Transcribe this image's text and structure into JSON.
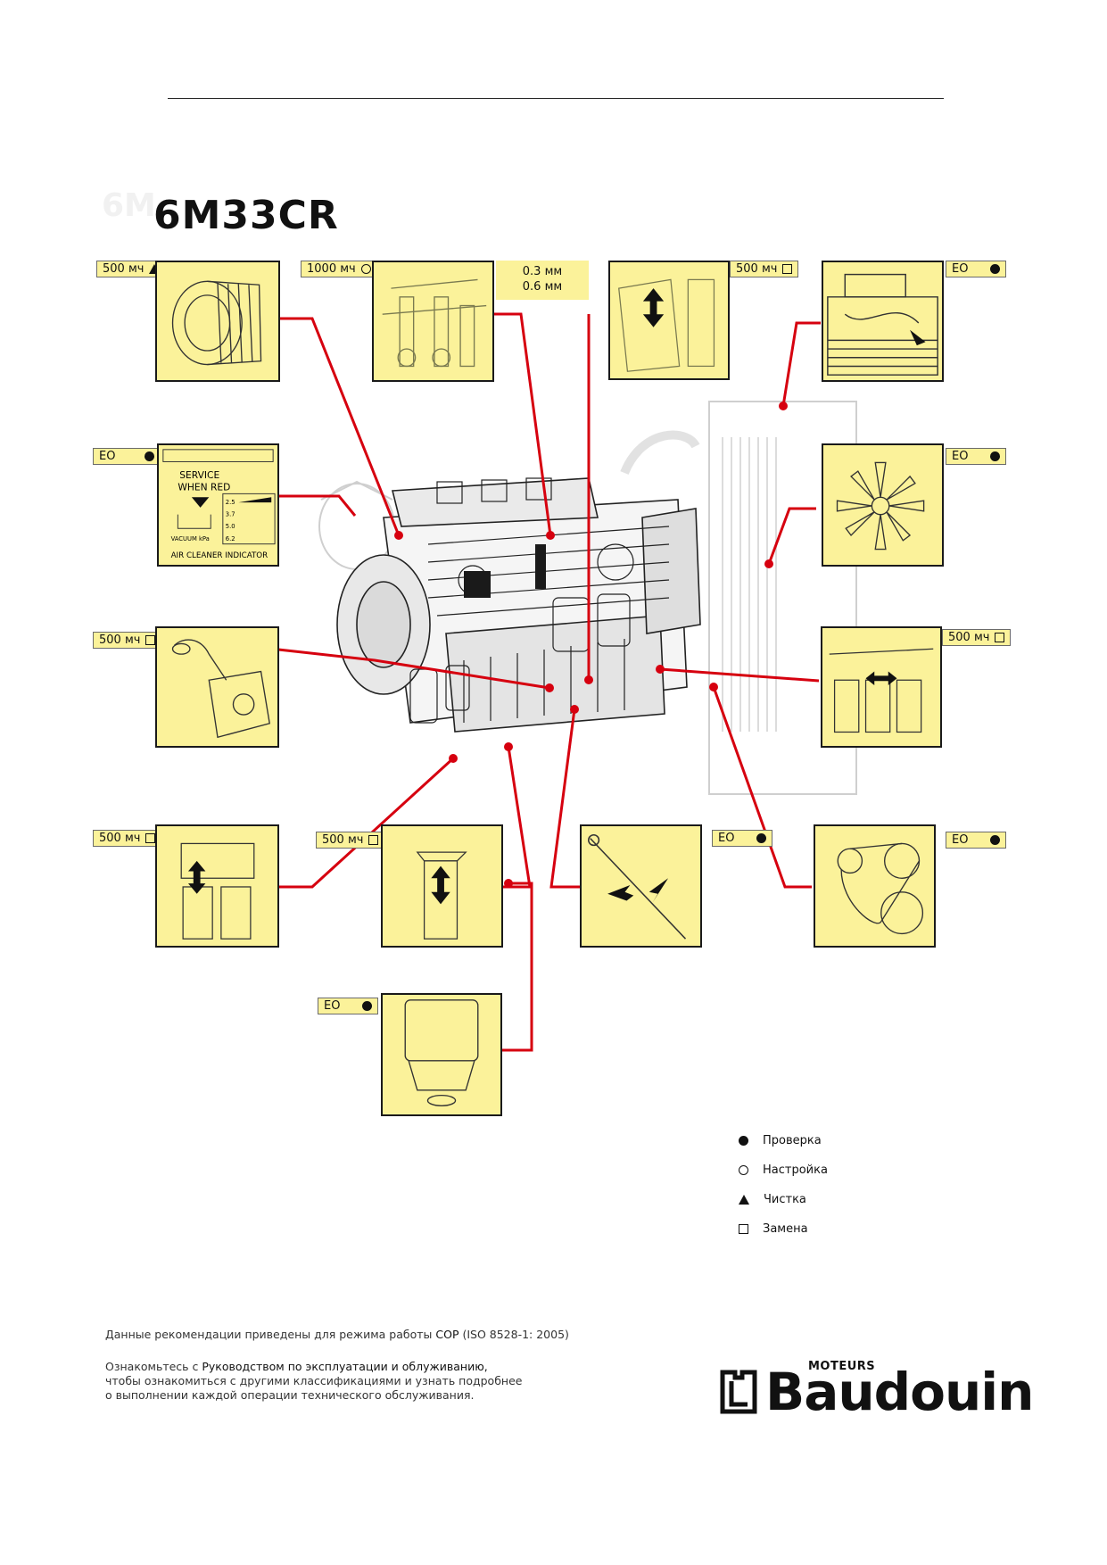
{
  "header": {
    "model": "6M33CR"
  },
  "callouts": [
    {
      "id": "air-filter",
      "interval": "500 мч",
      "op": "clean"
    },
    {
      "id": "valve-clearance",
      "interval": "1000 мч",
      "op": "adjust",
      "clearance": [
        "0.3 мм",
        "0.6 мм"
      ]
    },
    {
      "id": "belt-tensioner",
      "interval": "500 мч",
      "op": "replace"
    },
    {
      "id": "coolant-level",
      "interval": "EO",
      "op": "check"
    },
    {
      "id": "air-cleaner-indicator",
      "interval": "EO",
      "op": "check",
      "labels": {
        "service": "SERVICE",
        "when_red": "WHEN RED",
        "vacuum": "VACUUM kPa",
        "indicator": "AIR CLEANER INDICATOR",
        "scale": [
          "2.5",
          "3.7",
          "5.0",
          "6.2"
        ]
      }
    },
    {
      "id": "fan",
      "interval": "EO",
      "op": "check"
    },
    {
      "id": "breather",
      "interval": "500 мч",
      "op": "replace"
    },
    {
      "id": "oil-filters",
      "interval": "500 мч",
      "op": "replace"
    },
    {
      "id": "fuel-prefilters",
      "interval": "500 мч",
      "op": "replace"
    },
    {
      "id": "fuel-filter",
      "interval": "500 мч",
      "op": "replace"
    },
    {
      "id": "oil-dipstick",
      "interval": "EO",
      "op": "check"
    },
    {
      "id": "drive-belt",
      "interval": "EO",
      "op": "check"
    },
    {
      "id": "water-separator",
      "interval": "EO",
      "op": "check"
    }
  ],
  "legend": [
    {
      "op": "check",
      "label": "Проверка"
    },
    {
      "op": "adjust",
      "label": "Настройка"
    },
    {
      "op": "clean",
      "label": "Чистка"
    },
    {
      "op": "replace",
      "label": "Замена"
    }
  ],
  "footer": {
    "line1_prefix": "Данные рекомендации приведены для режима работы ",
    "line1_cop": "COP",
    "line1_suffix": " (ISO 8528-1: 2005)",
    "line2_prefix": "Ознакомьтесь с ",
    "line2_manual": "Руководством по эксплуатации и облуживанию,",
    "line3": "чтобы ознакомиться с другими классификациями и узнать подробнее",
    "line4": "о выполнении каждой операции технического обслуживания."
  },
  "logo": {
    "small": "MOTEURS",
    "brand": "Baudouin"
  },
  "colors": {
    "panel": "#fbf29a",
    "wire": "#d6000f",
    "ink": "#111111"
  }
}
